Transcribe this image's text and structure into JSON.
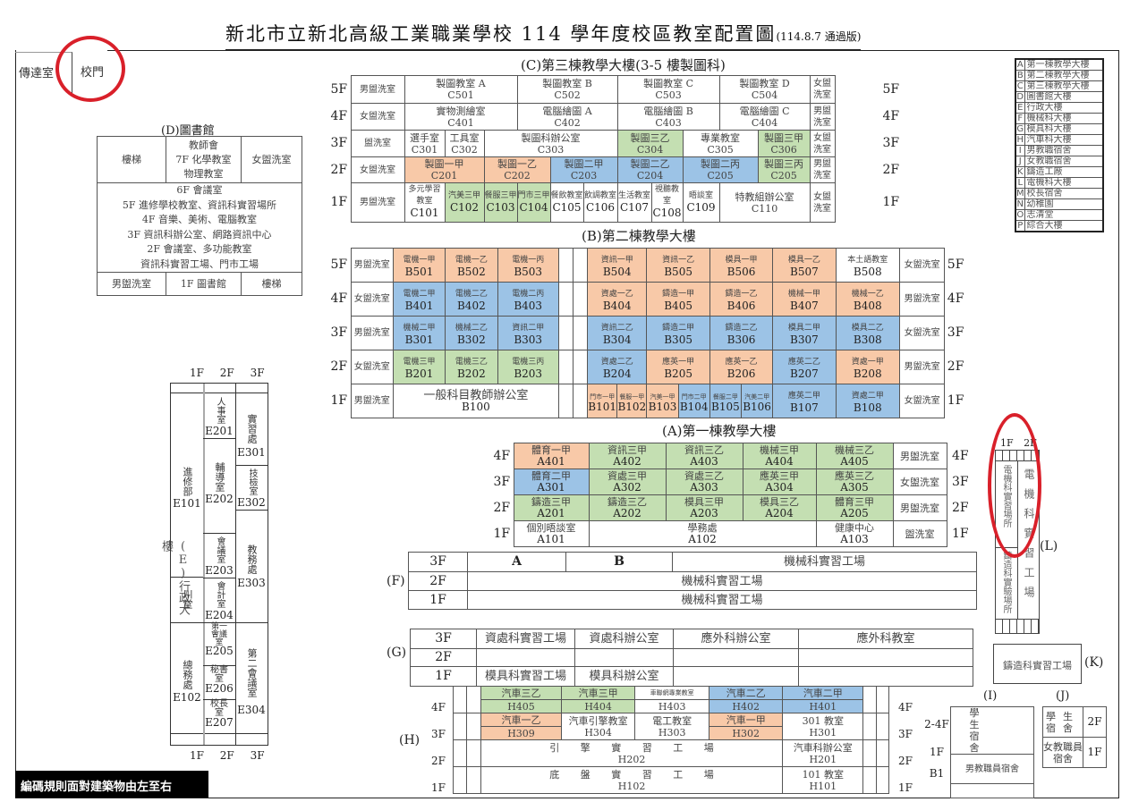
{
  "title": {
    "main": "新北市立新北高級工業職業學校 114 學年度校區教室配置圖",
    "version": "(114.8.7 通過版)"
  },
  "gate": {
    "guard_room": "傳達室",
    "school_gate": "校門"
  },
  "footer": "編碼規則面對建築物由左至右",
  "colors": {
    "grade1": "#f8c9a8",
    "grade2": "#9cc3e6",
    "grade3": "#c4dfb2",
    "annotation": "#d9202a"
  },
  "legend": [
    {
      "k": "A",
      "v": "第一棟教學大樓"
    },
    {
      "k": "B",
      "v": "第二棟教學大樓"
    },
    {
      "k": "C",
      "v": "第三棟教學大樓"
    },
    {
      "k": "D",
      "v": "圖書館大樓"
    },
    {
      "k": "E",
      "v": "行政大樓"
    },
    {
      "k": "F",
      "v": "機械科大樓"
    },
    {
      "k": "G",
      "v": "模具科大樓"
    },
    {
      "k": "H",
      "v": "汽車科大樓"
    },
    {
      "k": "I",
      "v": "男教職宿舍"
    },
    {
      "k": "J",
      "v": "女教職宿舍"
    },
    {
      "k": "K",
      "v": "鑄造工廠"
    },
    {
      "k": "L",
      "v": "電機科大樓"
    },
    {
      "k": "M",
      "v": "校長宿舍"
    },
    {
      "k": "N",
      "v": "幼稚園"
    },
    {
      "k": "O",
      "v": "志清堂"
    },
    {
      "k": "P",
      "v": "綜合大樓"
    }
  ],
  "buildingC": {
    "title": "(C)第三棟教學大樓(3-5 樓製圖科)",
    "floors": [
      "5F",
      "4F",
      "3F",
      "2F",
      "1F"
    ],
    "left_wc": [
      "男盥洗室",
      "女盥洗室",
      "盥洗室",
      "女盥洗室",
      "男盥洗室"
    ],
    "right_wc": [
      "女盥洗室",
      "男盥洗室",
      "女盥洗室",
      "男盥洗室",
      "女盥洗室"
    ],
    "f5": [
      {
        "n": "製圖教室 A",
        "c": "C501"
      },
      {
        "n": "製圖教室 B",
        "c": "C502"
      },
      {
        "n": "製圖教室 C",
        "c": "C503"
      },
      {
        "n": "製圖教室 D",
        "c": "C504"
      }
    ],
    "f4": [
      {
        "n": "實物測繪室",
        "c": "C401"
      },
      {
        "n": "電腦繪圖 A",
        "c": "C402"
      },
      {
        "n": "電腦繪圖 B",
        "c": "C403"
      },
      {
        "n": "電腦繪圖 C",
        "c": "C404"
      }
    ],
    "f3": [
      {
        "n": "選手室",
        "c": "C301"
      },
      {
        "n": "工具室",
        "c": "C302"
      },
      {
        "n": "製圖科辦公室",
        "c": "C303"
      },
      {
        "n": "製圖三乙",
        "c": "C304"
      },
      {
        "n": "專業教室",
        "c": "C305"
      },
      {
        "n": "製圖三甲",
        "c": "C306"
      }
    ],
    "f2": [
      {
        "n": "製圖一甲",
        "c": "C201"
      },
      {
        "n": "製圖一乙",
        "c": "C202"
      },
      {
        "n": "製圖二甲",
        "c": "C203"
      },
      {
        "n": "製圖二乙",
        "c": "C204"
      },
      {
        "n": "製圖二丙",
        "c": "C205"
      },
      {
        "n": "製圖三丙",
        "c": "C205"
      }
    ],
    "f1": [
      {
        "n": "多元學習教室",
        "c": "C101"
      },
      {
        "n": "汽美三甲",
        "c": "C102"
      },
      {
        "n": "餐服三甲",
        "c": "C103"
      },
      {
        "n": "門市三甲",
        "c": "C104"
      },
      {
        "n": "餐飲教室",
        "c": "C105"
      },
      {
        "n": "飲調教室",
        "c": "C106"
      },
      {
        "n": "生活教室",
        "c": "C107"
      },
      {
        "n": "視聽教室",
        "c": "C108"
      },
      {
        "n": "晤談室",
        "c": "C109"
      },
      {
        "n": "特教組辦公室",
        "c": "C110"
      }
    ]
  },
  "buildingB": {
    "title": "(B)第二棟教學大樓",
    "floors": [
      "5F",
      "4F",
      "3F",
      "2F",
      "1F"
    ],
    "left_wc": [
      "男盥洗室",
      "女盥洗室",
      "男盥洗室",
      "女盥洗室",
      "男盥洗室"
    ],
    "right_wc": [
      "女盥洗室",
      "男盥洗室",
      "女盥洗室",
      "男盥洗室",
      "女盥洗室"
    ],
    "f5": [
      {
        "n": "電機一甲",
        "c": "B501"
      },
      {
        "n": "電機一乙",
        "c": "B502"
      },
      {
        "n": "電機一丙",
        "c": "B503"
      },
      {
        "n": "資訊一甲",
        "c": "B504"
      },
      {
        "n": "資訊一乙",
        "c": "B505"
      },
      {
        "n": "模具一甲",
        "c": "B506"
      },
      {
        "n": "模具一乙",
        "c": "B507"
      },
      {
        "n": "本土語教室",
        "c": "B508"
      }
    ],
    "f4": [
      {
        "n": "電機二甲",
        "c": "B401"
      },
      {
        "n": "電機二乙",
        "c": "B402"
      },
      {
        "n": "電機二丙",
        "c": "B403"
      },
      {
        "n": "資處一乙",
        "c": "B404"
      },
      {
        "n": "鑄造一甲",
        "c": "B405"
      },
      {
        "n": "鑄造一乙",
        "c": "B406"
      },
      {
        "n": "機械一甲",
        "c": "B407"
      },
      {
        "n": "機械一乙",
        "c": "B408"
      }
    ],
    "f3": [
      {
        "n": "機械二甲",
        "c": "B301"
      },
      {
        "n": "機械二乙",
        "c": "B302"
      },
      {
        "n": "資訊二甲",
        "c": "B303"
      },
      {
        "n": "資訊二乙",
        "c": "B304"
      },
      {
        "n": "鑄造二甲",
        "c": "B305"
      },
      {
        "n": "鑄造二乙",
        "c": "B306"
      },
      {
        "n": "模具二甲",
        "c": "B307"
      },
      {
        "n": "模具二乙",
        "c": "B308"
      }
    ],
    "f2": [
      {
        "n": "電機三甲",
        "c": "B201"
      },
      {
        "n": "電機三乙",
        "c": "B202"
      },
      {
        "n": "電機三丙",
        "c": "B203"
      },
      {
        "n": "資處二乙",
        "c": "B204"
      },
      {
        "n": "應英一甲",
        "c": "B205"
      },
      {
        "n": "應英一乙",
        "c": "B206"
      },
      {
        "n": "應英二乙",
        "c": "B207"
      },
      {
        "n": "資處一甲",
        "c": "B208"
      }
    ],
    "f1": [
      {
        "n": "一般科目教師辦公室",
        "c": "B100"
      },
      {
        "n": "門市一甲",
        "c": "B101"
      },
      {
        "n": "餐服一甲",
        "c": "B102"
      },
      {
        "n": "汽美一甲",
        "c": "B103"
      },
      {
        "n": "門市二甲",
        "c": "B104"
      },
      {
        "n": "餐服二甲",
        "c": "B105"
      },
      {
        "n": "汽美二甲",
        "c": "B106"
      },
      {
        "n": "應英二甲",
        "c": "B107"
      },
      {
        "n": "資處二甲",
        "c": "B108"
      }
    ]
  },
  "buildingA": {
    "title": "(A)第一棟教學大樓",
    "floors": [
      "4F",
      "3F",
      "2F",
      "1F"
    ],
    "right_wc": [
      "男盥洗室",
      "女盥洗室",
      "男盥洗室",
      "盥洗室"
    ],
    "f4": [
      {
        "n": "體育一甲",
        "c": "A401"
      },
      {
        "n": "資訊三甲",
        "c": "A402"
      },
      {
        "n": "資訊三乙",
        "c": "A403"
      },
      {
        "n": "機械三甲",
        "c": "A404"
      },
      {
        "n": "機械三乙",
        "c": "A405"
      }
    ],
    "f3": [
      {
        "n": "體育二甲",
        "c": "A301"
      },
      {
        "n": "資處三甲",
        "c": "A302"
      },
      {
        "n": "資處三乙",
        "c": "A303"
      },
      {
        "n": "應英三甲",
        "c": "A304"
      },
      {
        "n": "應英三乙",
        "c": "A305"
      }
    ],
    "f2": [
      {
        "n": "鑄造三甲",
        "c": "A201"
      },
      {
        "n": "鑄造三乙",
        "c": "A202"
      },
      {
        "n": "模具三甲",
        "c": "A203"
      },
      {
        "n": "模具三乙",
        "c": "A204"
      },
      {
        "n": "體育三甲",
        "c": "A205"
      }
    ],
    "f1": [
      {
        "n": "個別晤談室",
        "c": "A101"
      },
      {
        "n": "學務處",
        "c": "A102"
      },
      {
        "n": "健康中心",
        "c": "A103"
      }
    ]
  },
  "buildingF": {
    "label": "(F)",
    "floors": [
      "3F",
      "2F",
      "1F"
    ],
    "a": "A",
    "b": "B",
    "workshop": "機械科實習工場"
  },
  "buildingG": {
    "label": "(G)",
    "floors": [
      "3F",
      "2F",
      "1F"
    ],
    "f3": [
      "資處科實習工場",
      "資處科辦公室",
      "應外科辦公室",
      "應外科教室"
    ],
    "f1": [
      "模具科實習工場",
      "模具科辦公室"
    ]
  },
  "buildingH": {
    "label": "(H)",
    "floors": [
      "4F",
      "3F",
      "2F",
      "1F"
    ],
    "f4": [
      {
        "n": "汽車三乙",
        "c": "H405"
      },
      {
        "n": "汽車三甲",
        "c": "H404"
      },
      {
        "n": "車聯網專業教室",
        "c": "H403"
      },
      {
        "n": "汽車二乙",
        "c": "H402"
      },
      {
        "n": "汽車二甲",
        "c": "H401"
      }
    ],
    "f3": [
      {
        "n": "汽車一乙",
        "c": "H309"
      },
      {
        "n": "汽車引擎教室",
        "c": "H304"
      },
      {
        "n": "電工教室",
        "c": "H303"
      },
      {
        "n": "汽車一甲",
        "c": "H302"
      },
      {
        "n": "301 教室",
        "c": "H301"
      }
    ],
    "f2": [
      {
        "n": "引 擎 實 習 工 場",
        "c": "H202"
      },
      {
        "n": "汽車科辦公室",
        "c": "H201"
      }
    ],
    "f1": [
      {
        "n": "底 盤 實 習 工 場",
        "c": "H102"
      },
      {
        "n": "101 教室",
        "c": "H101"
      }
    ]
  },
  "buildingD": {
    "title": "(D)圖書館",
    "stairs": "樓梯",
    "f7": "教師會\n7F 化學教室\n物理教室",
    "women_wc": "女盥洗室",
    "lines": [
      "6F 會議室",
      "5F 進修學校教室、資訊科實習場所",
      "4F 音樂、美術、電腦教室",
      "3F 資訊科辦公室、網路資訊中心",
      "2F 會議室、多功能教室",
      "資訊科實習工場、門市工場"
    ],
    "men_wc": "男盥洗室",
    "f1": "1F 圖書館"
  },
  "buildingE": {
    "label": "(E)行政大樓",
    "floors": [
      "1F",
      "2F",
      "3F"
    ],
    "rooms": {
      "E101": "進修部",
      "E102": "總務處",
      "chuan": "川堂",
      "E201": "人事室",
      "E202": "輔導室",
      "E203": "會議室",
      "E204": "會計室",
      "E205": "第一會議室",
      "E206": "秘書室",
      "E207": "校長室",
      "E301": "實習處",
      "E302": "技檢室",
      "E303": "教務處",
      "E304": "第二會議室"
    }
  },
  "buildingL": {
    "label": "(L)",
    "floors": [
      "1F",
      "2F"
    ],
    "r1": "電機科實習場所",
    "r2": "鑄造科實驗場所",
    "r3": "電機科實習工場"
  },
  "buildingK": {
    "label": "(K)",
    "name": "鑄造科實習工場"
  },
  "buildingI": {
    "label": "(I)",
    "floors": [
      "2-4F",
      "1F",
      "B1"
    ],
    "dorm": "學生宿舍",
    "staff": "男教職員宿舍"
  },
  "buildingJ": {
    "label": "(J)",
    "floors": [
      "2F",
      "1F"
    ],
    "dorm": "學生宿舍",
    "staff": "女教職員宿舍"
  }
}
